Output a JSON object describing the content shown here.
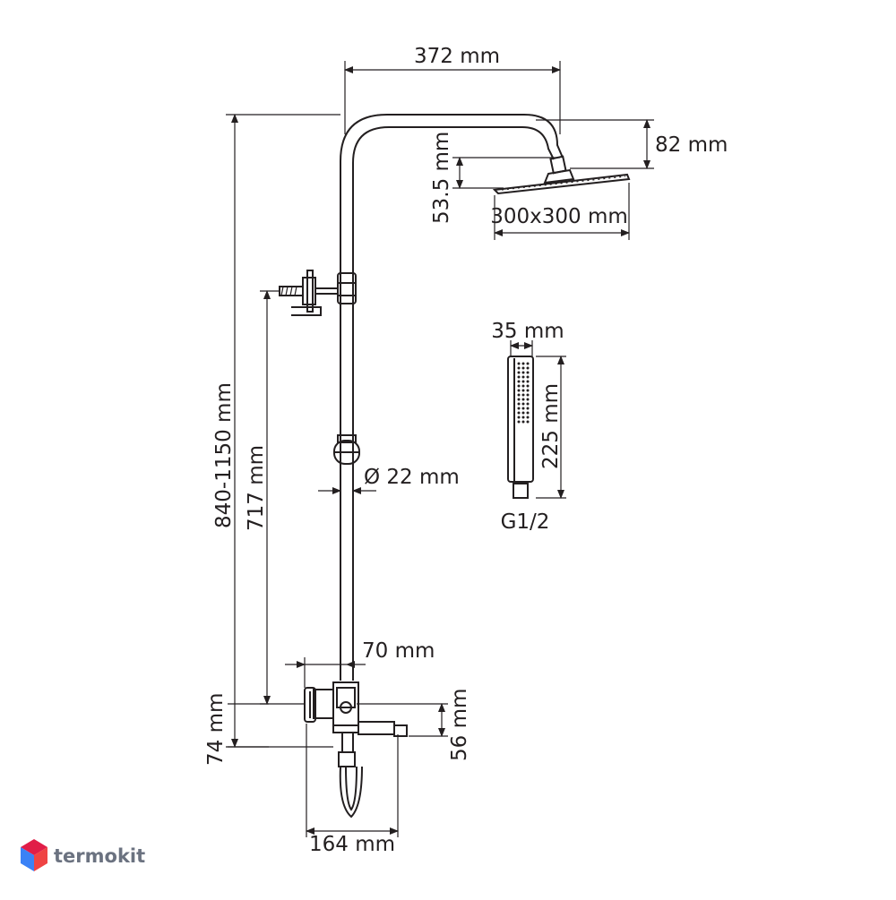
{
  "dimensions": {
    "arm_width": "372 mm",
    "head_offset": "82 mm",
    "head_thickness": "53.5 mm",
    "head_size": "300x300 mm",
    "handset_width": "35 mm",
    "handset_length": "225 mm",
    "handset_thread": "G1/2",
    "height_range": "840-1150 mm",
    "holder_height": "717 mm",
    "pipe_diameter": "Ø 22 mm",
    "mixer_offset": "70 mm",
    "mixer_height": "74 mm",
    "spout_height": "56 mm",
    "mixer_width": "164 mm"
  },
  "brand": {
    "name": "termokit",
    "colors": {
      "top": "#e11d48",
      "left": "#3b82f6",
      "right": "#ef4444"
    }
  }
}
